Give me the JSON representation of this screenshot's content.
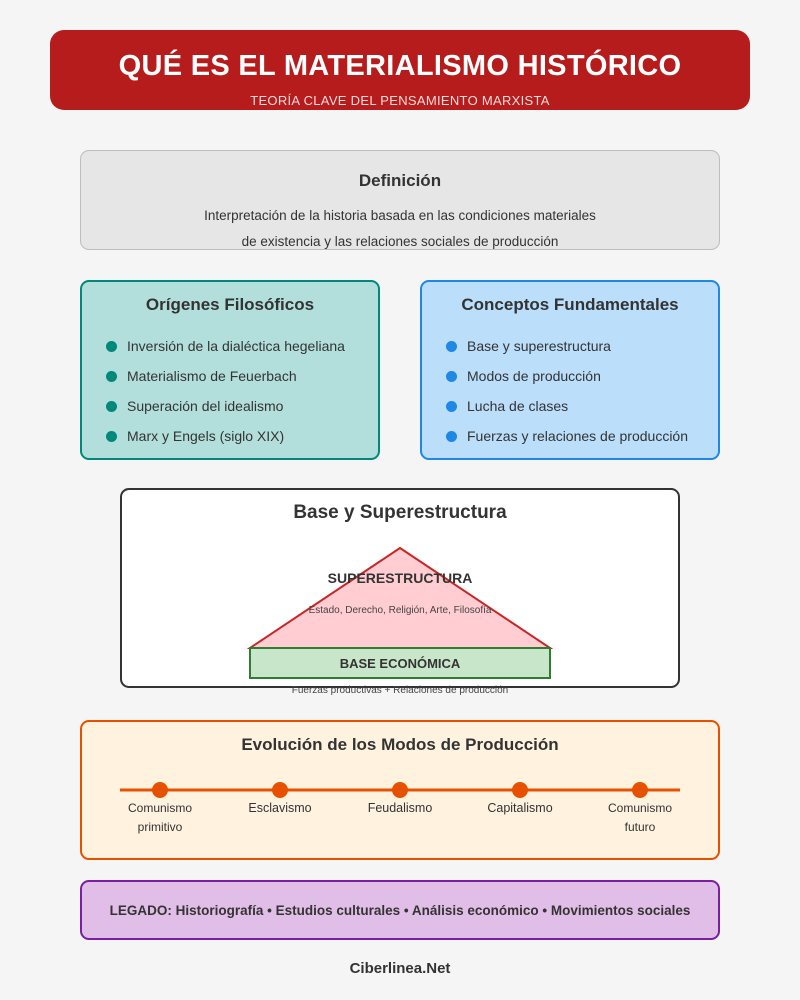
{
  "header": {
    "title": "QUÉ ES EL MATERIALISMO HISTÓRICO",
    "subtitle": "TEORÍA CLAVE DEL PENSAMIENTO MARXISTA"
  },
  "definition": {
    "title": "Definición",
    "lines": [
      "Interpretación de la historia basada en las condiciones materiales",
      "de existencia y las relaciones sociales de producción"
    ]
  },
  "origins": {
    "title": "Orígenes Filosóficos",
    "items": [
      "Inversión de la dialéctica hegeliana",
      "Materialismo de Feuerbach",
      "Superación del idealismo",
      "Marx y Engels (siglo XIX)"
    ]
  },
  "concepts": {
    "title": "Conceptos Fundamentales",
    "items": [
      "Base y superestructura",
      "Modos de producción",
      "Lucha de clases",
      "Fuerzas y relaciones de producción"
    ]
  },
  "structure": {
    "title": "Base y Superestructura",
    "superstructure_label": "SUPERESTRUCTURA",
    "superstructure_desc": "Estado, Derecho, Religión, Arte, Filosofía",
    "base_label": "BASE ECONÓMICA",
    "base_desc": "Fuerzas productivas + Relaciones de producción"
  },
  "evolution": {
    "title": "Evolución de los Modos de Producción",
    "stages": [
      [
        "Comunismo",
        "primitivo"
      ],
      [
        "Esclavismo"
      ],
      [
        "Feudalismo"
      ],
      [
        "Capitalismo"
      ],
      [
        "Comunismo",
        "futuro"
      ]
    ]
  },
  "legacy": {
    "text": "LEGADO: Historiografía • Estudios culturales • Análisis económico • Movimientos sociales"
  },
  "footer": {
    "brand": "Ciberlinea.Net"
  },
  "colors": {
    "header": "#b71c1c",
    "origins": "#00897b",
    "concepts": "#1e88e5",
    "superstructure_fill": "#ffcdd2",
    "superstructure_stroke": "#c62828",
    "base_fill": "#c8e6c9",
    "base_stroke": "#2e7d32",
    "timeline": "#e65100",
    "legacy": "#7b1fa2"
  }
}
